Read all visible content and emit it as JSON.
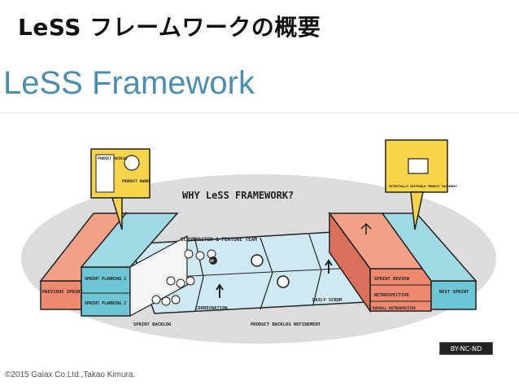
{
  "slide": {
    "title": "LeSS フレームワークの概要",
    "subtitle": "LeSS Framework",
    "copyright": "©2015 Gaiax Co.Ltd.,Takao Kimura."
  },
  "diagram": {
    "heading": "WHY LeSS FRAMEWORK?",
    "product_backlog_label": "PRODUCT BACKLOG",
    "product_owner_label": "PRODUCT OWNER",
    "scrummaster_label": "SCRUMMASTER & FEATURE TEAM",
    "previous_sprint": "PREVIOUS SPRINT",
    "next_sprint": "NEXT SPRINT",
    "sprint_planning_1": "SPRINT PLANNING 1",
    "sprint_planning_2": "SPRINT PLANNING 2",
    "sprint_backlog": "SPRINT BACKLOG",
    "coordination": "COORDINATION",
    "daily_scrum": "DAILY SCRUM",
    "backlog_refinement": "PRODUCT BACKLOG REFINEMENT",
    "sprint_review": "SPRINT REVIEW",
    "retrospective": "RETROSPECTIVE",
    "overall_retrospective": "OVERALL RETROSPECTIVE",
    "shippable_increment": "POTENTIALLY SHIPPABLE PRODUCT INCREMENT",
    "sm_badge": "SM",
    "license": "BY-NC-ND"
  },
  "colors": {
    "orange": "#ef8a70",
    "teal": "#6cc6d6",
    "sky": "#bfe4ef",
    "ground": "#d9d9d9",
    "yellow": "#f7d54a"
  }
}
